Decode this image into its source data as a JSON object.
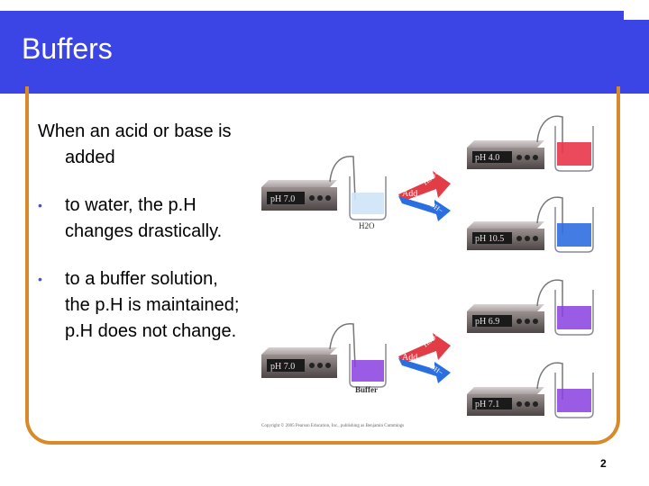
{
  "slide": {
    "title": "Buffers",
    "intro": "When an acid or base is added",
    "bullets": [
      "to water, the p.H changes drastically.",
      "to a buffer solution, the p.H is maintained; p.H does not change."
    ],
    "page_number": "2"
  },
  "figure": {
    "water_row": {
      "meter_reading": "pH 7.0",
      "label": "H2O",
      "add_label": "Add",
      "acid_label": "H3O+",
      "base_label": "OH−",
      "results": [
        {
          "reading": "pH 4.0",
          "liquid_color": "#e8364a"
        },
        {
          "reading": "pH 10.5",
          "liquid_color": "#2f6fe0"
        }
      ]
    },
    "buffer_row": {
      "meter_reading": "pH 7.0",
      "label": "Buffer",
      "add_label": "Add",
      "acid_label": "H3O+",
      "base_label": "OH−",
      "results": [
        {
          "reading": "pH 6.9",
          "liquid_color": "#8a3fe0"
        },
        {
          "reading": "pH 7.1",
          "liquid_color": "#8a3fe0"
        }
      ]
    },
    "copyright": "Copyright © 2005 Pearson Education, Inc., publishing as Benjamin Cummings"
  },
  "colors": {
    "header_blue": "#3b45e6",
    "frame_orange": "#d88a2a",
    "bullet_blue": "#4a4fe0",
    "water_liquid": "#cfe4f7",
    "buffer_liquid": "#8a3fe0",
    "acid_arrow": "#e23c46",
    "base_arrow": "#2a6fe0"
  }
}
